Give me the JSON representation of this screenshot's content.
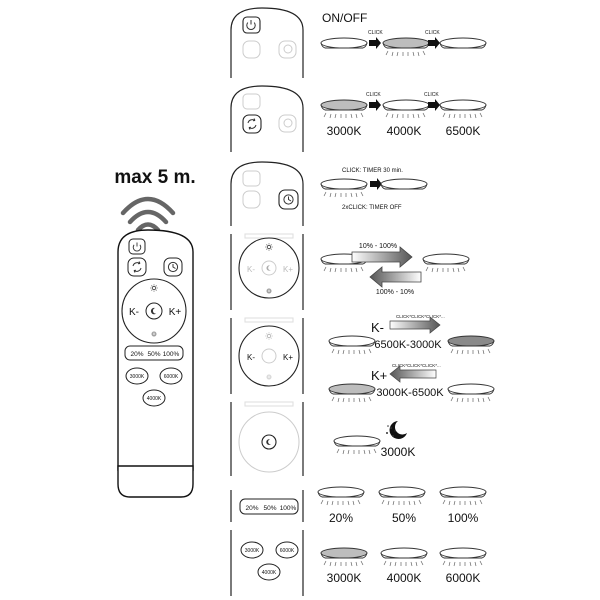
{
  "range": {
    "label": "max 5 m."
  },
  "remote": {
    "k_minus": "K-",
    "k_plus": "K+",
    "pct": [
      "20%",
      "50%",
      "100%"
    ],
    "temps": [
      "3000K",
      "6000K",
      "4000K"
    ]
  },
  "onoff": {
    "title": "ON/OFF",
    "click1": "CLICK",
    "click2": "CLICK"
  },
  "cct": {
    "click1": "CLICK",
    "click2": "CLICK",
    "labels": [
      "3000K",
      "4000K",
      "6500K"
    ]
  },
  "timer": {
    "click_label": "CLICK: TIMER 30 min.",
    "double_label": "2xCLICK: TIMER OFF"
  },
  "dim": {
    "up": "10% - 100%",
    "down": "100% - 10%",
    "k_minus": "K-",
    "k_plus": "K+"
  },
  "ct_adjust": {
    "k_minus": "K-",
    "clicks_a": "CLICK*CLICK*CLICK*...",
    "range_a": "6500K-3000K",
    "k_plus": "K+",
    "clicks_b": "CLICK*CLICK*CLICK*...",
    "range_b": "3000K-6500K",
    "k_minus_b": "K-",
    "k_plus_b": "K+"
  },
  "night": {
    "label": "3000K"
  },
  "brightness": {
    "buttons": [
      "20%",
      "50%",
      "100%"
    ],
    "labels": [
      "20%",
      "50%",
      "100%"
    ]
  },
  "presets": {
    "buttons": [
      "3000K",
      "6000K",
      "4000K"
    ],
    "labels": [
      "3000K",
      "4000K",
      "6000K"
    ]
  }
}
